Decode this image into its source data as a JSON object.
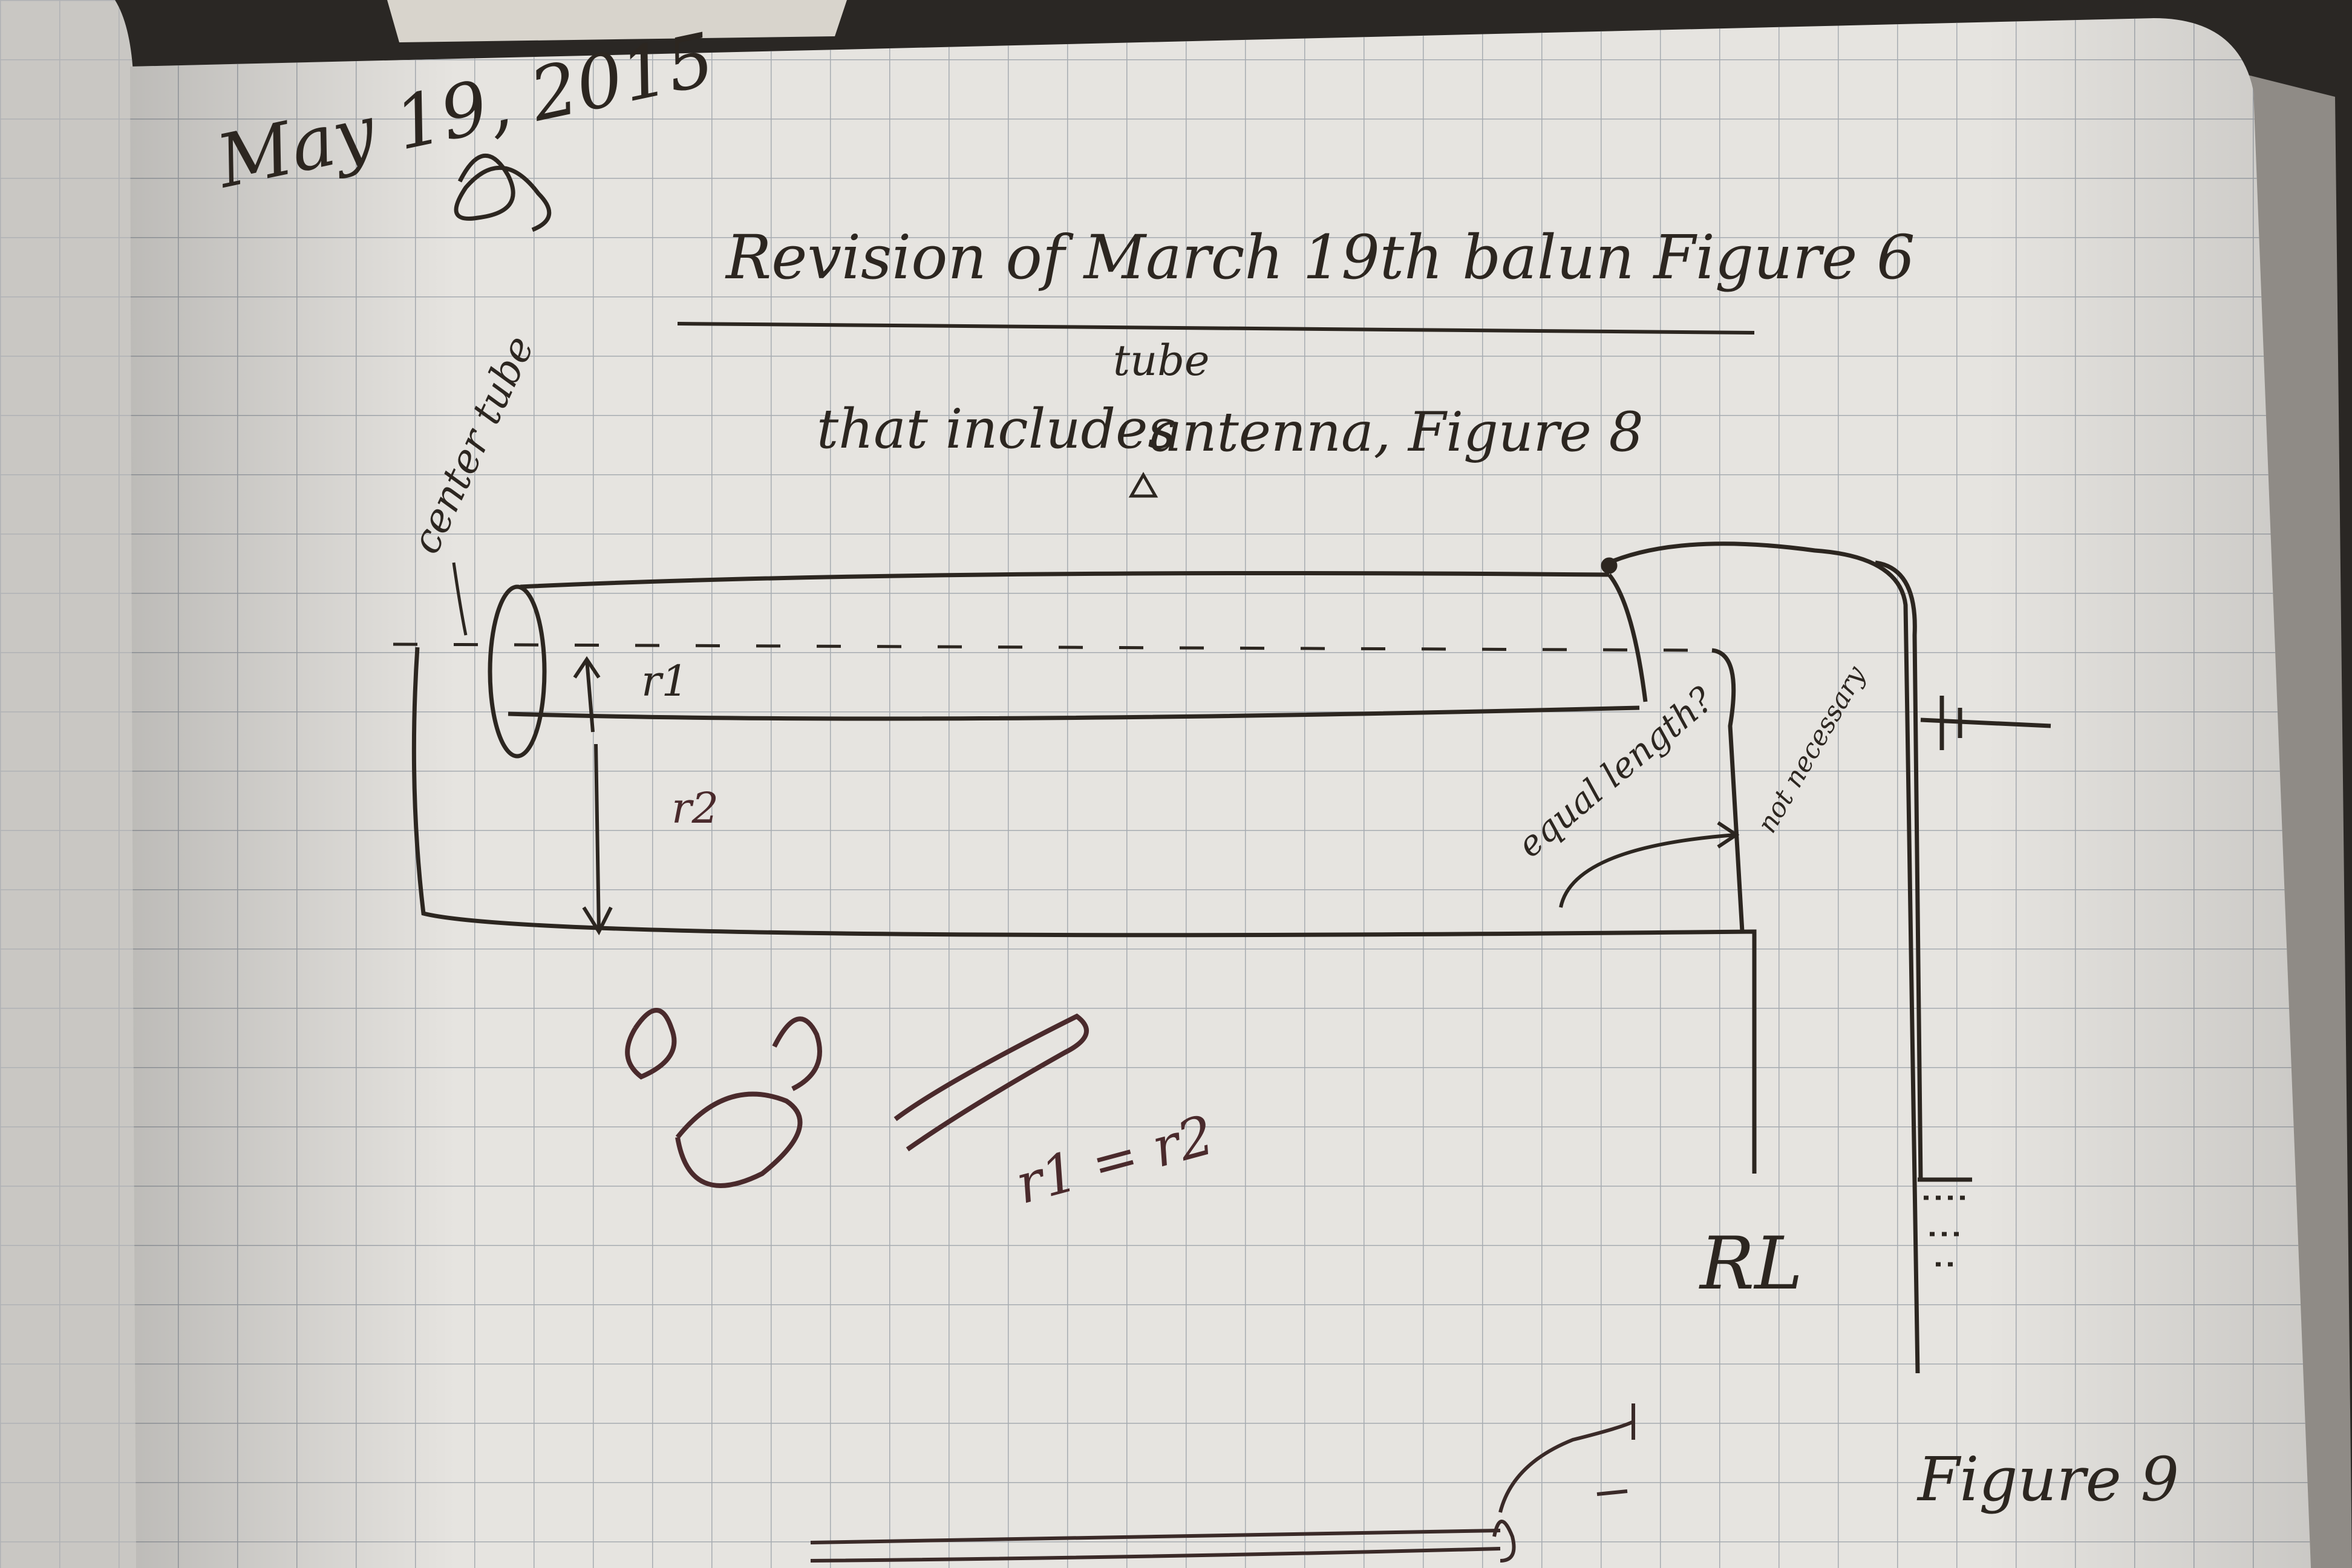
{
  "photo": {
    "subject": "graph-paper notebook page with handwritten balun sketch",
    "colors": {
      "paper": "#e6e4e0",
      "grid": "#9aa0a8",
      "ink": "#2c2620",
      "ink_red": "#4a2a2c",
      "background": "#2a2724"
    }
  },
  "notes": {
    "date": "May 19, 2015",
    "title": "Revision of March 19th balun Figure 6",
    "subtitle_prefix": "that includes",
    "subtitle_insert": "tube",
    "subtitle_rest": "antenna, Figure 8",
    "center_tube": "center tube",
    "r1_label": "r1",
    "r2_label": "r2",
    "equal_length": "equal length?",
    "not_necessary": "not necessary",
    "ratio": "r1 = r2",
    "load_label": "RL",
    "figure_label": "Figure 9"
  }
}
